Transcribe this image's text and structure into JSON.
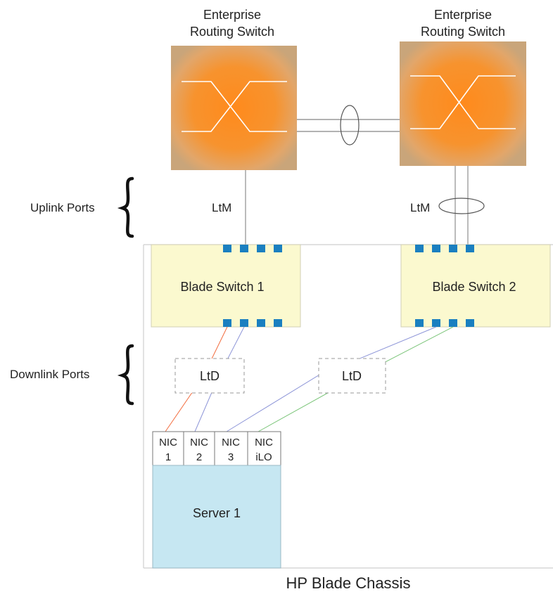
{
  "switches": [
    {
      "label_line1": "Enterprise",
      "label_line2": "Routing Switch"
    },
    {
      "label_line1": "Enterprise",
      "label_line2": "Routing Switch"
    }
  ],
  "brackets": {
    "uplink": "Uplink Ports",
    "downlink": "Downlink Ports"
  },
  "links": {
    "ltm_left": "LtM",
    "ltm_right": "LtM",
    "ltd_left": "LtD",
    "ltd_right": "LtD"
  },
  "blade_switches": [
    {
      "label": "Blade Switch 1"
    },
    {
      "label": "Blade Switch 2"
    }
  ],
  "nics": [
    {
      "line1": "NIC",
      "line2": "1"
    },
    {
      "line1": "NIC",
      "line2": "2"
    },
    {
      "line1": "NIC",
      "line2": "3"
    },
    {
      "line1": "NIC",
      "line2": "iLO"
    }
  ],
  "server": {
    "label": "Server 1"
  },
  "chassis": {
    "label": "HP Blade Chassis"
  },
  "colors": {
    "switch_core": "#ff8a1c",
    "switch_edge": "#c9a57a",
    "blade_fill": "#fbf9cf",
    "server_fill": "#c6e7f2",
    "port": "#1a7fc0",
    "wire_red": "#f26c3e",
    "wire_blue": "#8e96d8",
    "wire_green": "#7cc57a"
  }
}
